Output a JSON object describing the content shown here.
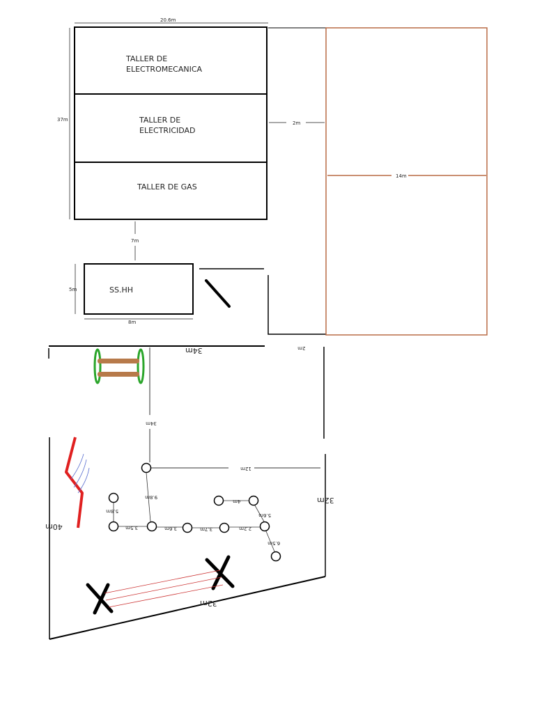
{
  "rooms": {
    "electromecanica": [
      "TALLER DE",
      "ELECTROMECANICA"
    ],
    "electricidad": [
      "TALLER DE",
      "ELECTRICIDAD"
    ],
    "gas": "TALLER DE GAS",
    "sshh": "SS.HH"
  },
  "dimensions": {
    "top_width": "20.6m",
    "left_height": "37m",
    "gap_right": "2m",
    "gap_below_gas": "7m",
    "sshh_height": "5m",
    "sshh_width": "8m",
    "field_divider": "14m",
    "lower_top": "34m",
    "lower_top_right": "2m",
    "vertical_path": "34m",
    "horizontal_path": "12m",
    "lower_right": "32m",
    "lower_left": "40m",
    "lower_bottom": "32m",
    "node_vertical": "9.8m",
    "node_left_up": "5.8m",
    "seg_1": "3.5m",
    "seg_2": "3.6m",
    "seg_3": "3.7m",
    "seg_4": "2.2m",
    "seg_top": "4m",
    "seg_right_down": "5.6m",
    "seg_right_lower": "6.5m"
  },
  "colors": {
    "outline": "#000000",
    "field": "#b86a44",
    "bench": "#b77a4a",
    "bench_ring": "#2aa52a",
    "flag": "#e02020",
    "flag_hatch": "#5a6fd0",
    "link_red": "#cc3333"
  }
}
